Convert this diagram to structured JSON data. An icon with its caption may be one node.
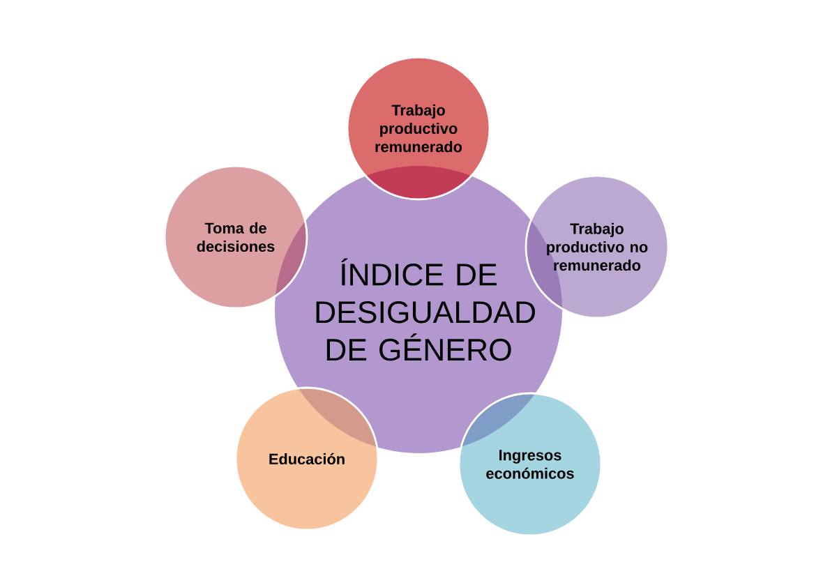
{
  "diagram": {
    "nodes": [
      {
        "text": [
          "ÍNDICE DE DESIGUALDAD DE GÉNERO"
        ]
      },
      {
        "text": [
          "Trabajo productivo remunerado"
        ]
      },
      {
        "text": [
          "Trabajo productivo no remunerado"
        ]
      },
      {
        "text": [
          "Ingresos económicos"
        ]
      },
      {
        "text": [
          "Educación"
        ]
      },
      {
        "text": [
          "Toma de decisiones"
        ]
      }
    ]
  }
}
